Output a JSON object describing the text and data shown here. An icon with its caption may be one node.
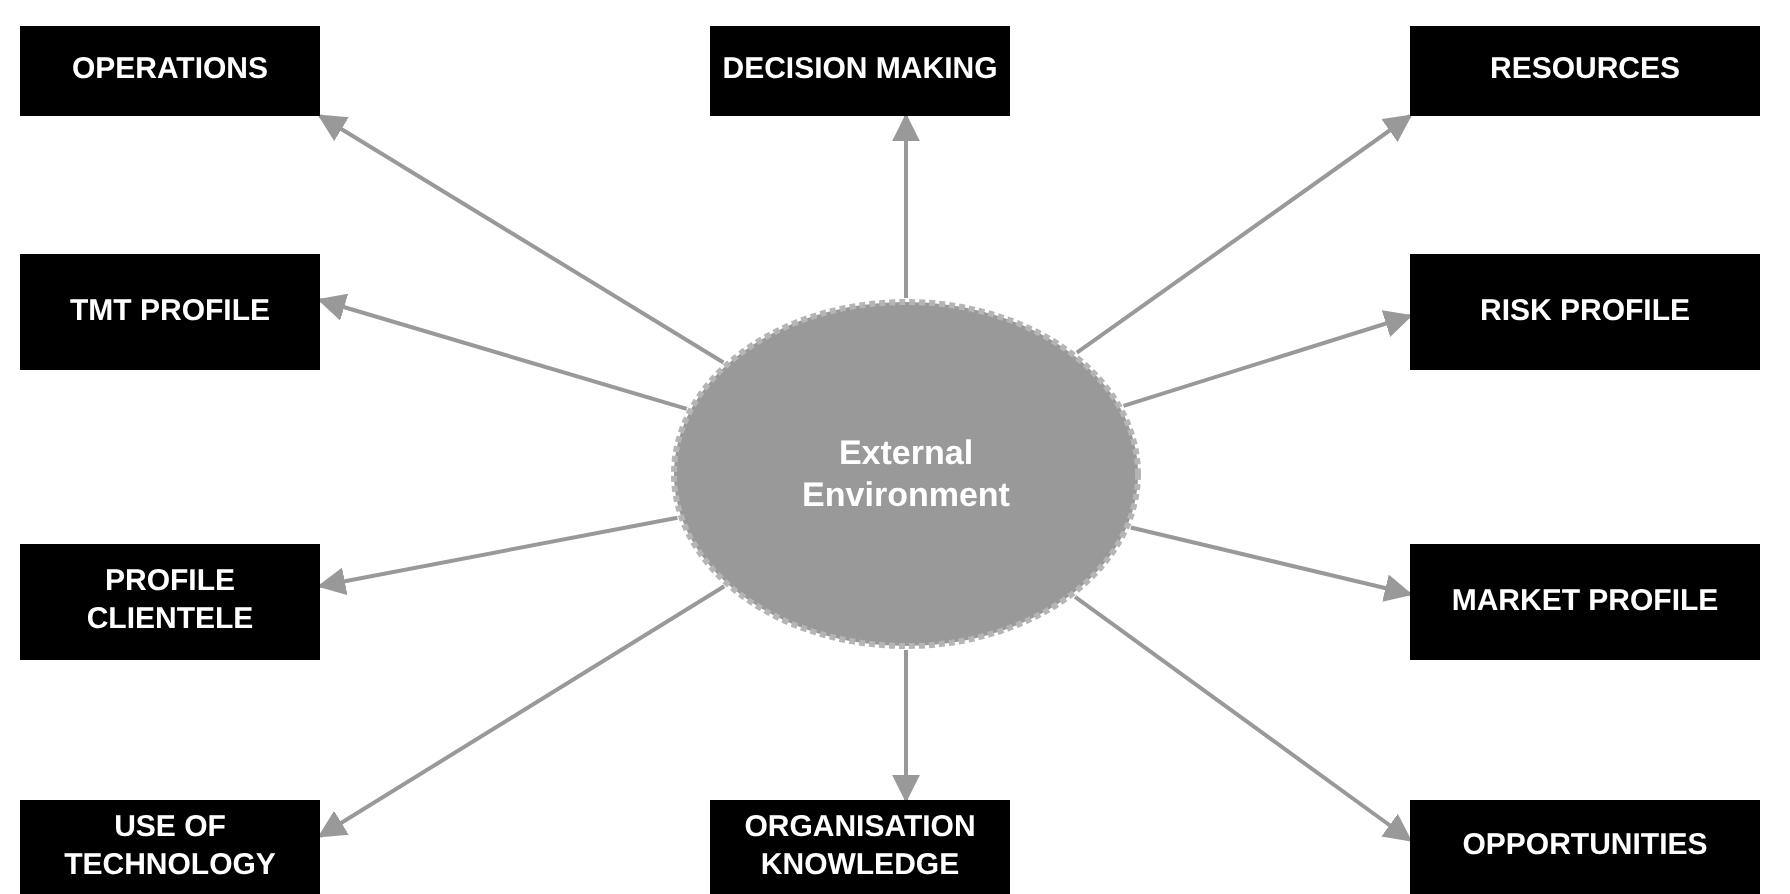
{
  "diagram": {
    "nodes": [
      {
        "text": [
          "External Environment"
        ]
      },
      {
        "text": [
          "OPERATIONS"
        ]
      },
      {
        "text": [
          "DECISION MAKING"
        ]
      },
      {
        "text": [
          "RESOURCES"
        ]
      },
      {
        "text": [
          "TMT PROFILE"
        ]
      },
      {
        "text": [
          "RISK PROFILE"
        ]
      },
      {
        "text": [
          "PROFILE CLIENTELE"
        ]
      },
      {
        "text": [
          "MARKET PROFILE"
        ]
      },
      {
        "text": [
          "USE OF TECHNOLOGY"
        ]
      },
      {
        "text": [
          "ORGANISATION KNOWLEDGE"
        ]
      },
      {
        "text": [
          "OPPORTUNITIES"
        ]
      }
    ],
    "edges": [
      {
        "from": 0,
        "to": 1,
        "arrow": "to"
      },
      {
        "from": 0,
        "to": 2,
        "arrow": "to"
      },
      {
        "from": 0,
        "to": 3,
        "arrow": "to"
      },
      {
        "from": 0,
        "to": 4,
        "arrow": "to"
      },
      {
        "from": 0,
        "to": 5,
        "arrow": "to"
      },
      {
        "from": 0,
        "to": 6,
        "arrow": "to"
      },
      {
        "from": 0,
        "to": 7,
        "arrow": "to"
      },
      {
        "from": 0,
        "to": 8,
        "arrow": "to"
      },
      {
        "from": 0,
        "to": 9,
        "arrow": "to"
      },
      {
        "from": 0,
        "to": 10,
        "arrow": "to"
      }
    ]
  }
}
